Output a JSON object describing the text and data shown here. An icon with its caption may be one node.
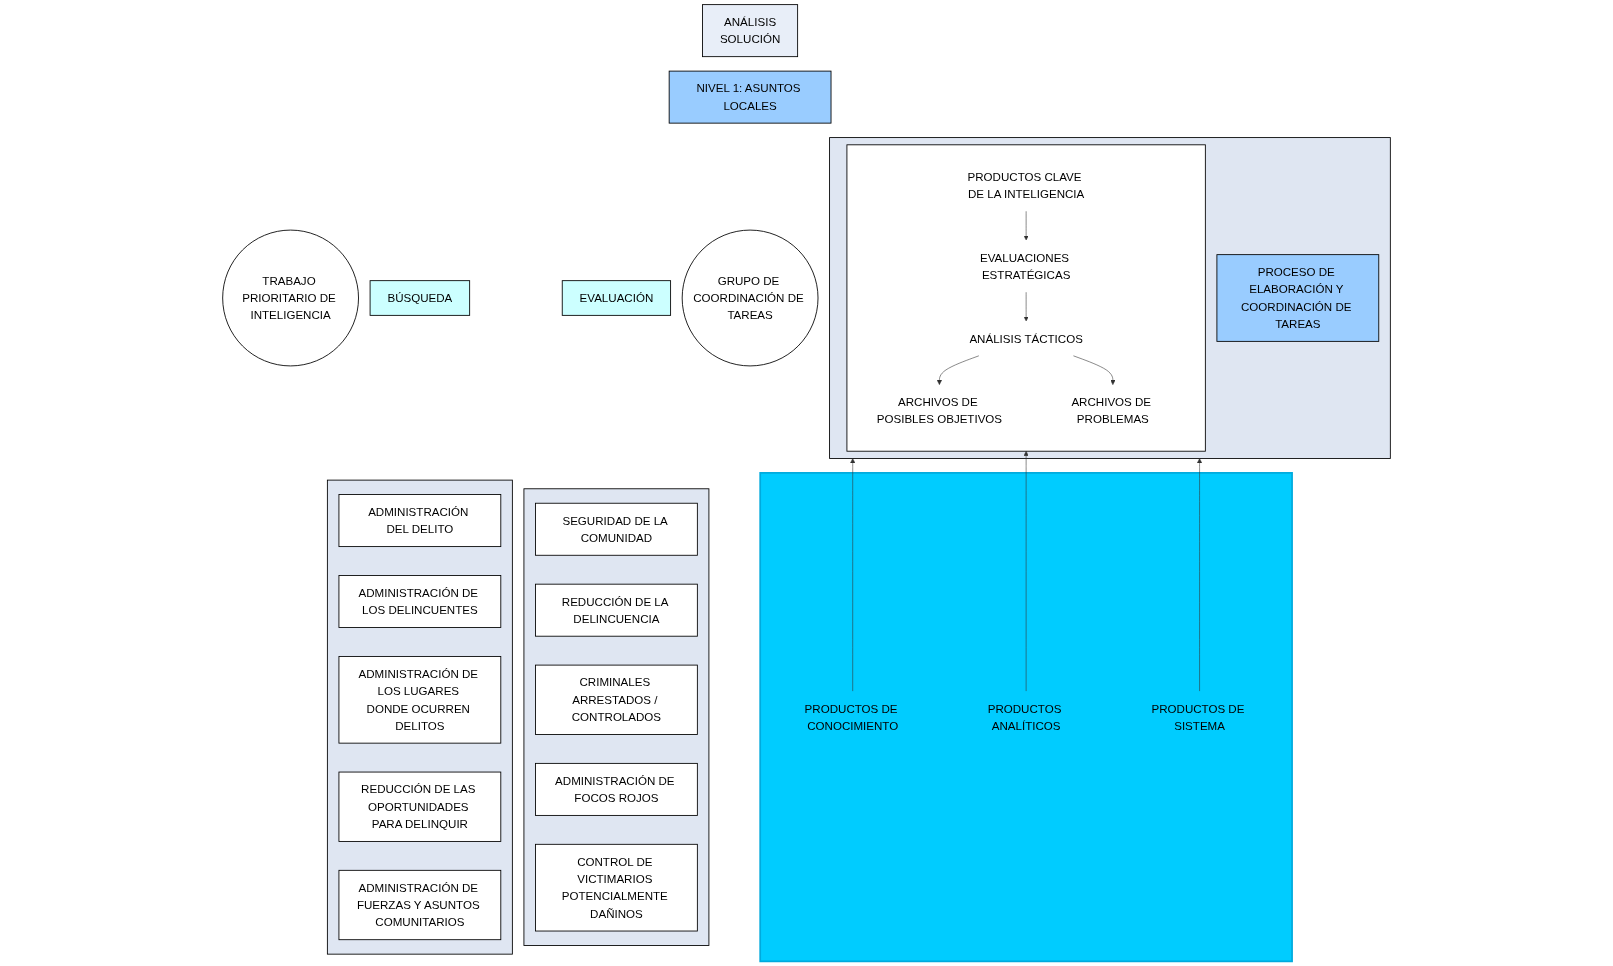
{
  "diagram": {
    "nodes": [
      {
        "text": [
          "BÚSQUEDA"
        ]
      },
      {
        "text": [
          "ANÁLISIS",
          "SOLUCIÓN"
        ]
      },
      {
        "text": [
          "EVALUACIÓN"
        ]
      },
      {
        "text": [],
        "shape": "box"
      },
      {
        "text": [
          "ADMINISTRACIÓN DEL DELITO"
        ],
        "in": 3
      },
      {
        "text": [
          "ADMINISTRACIÓN DE LOS DELINCUENTES"
        ],
        "in": 3
      },
      {
        "text": [
          "ADMINISTRACIÓN DE LOS LUGARES DONDE OCURREN DELITOS"
        ],
        "in": 3
      },
      {
        "text": [
          "REDUCCIÓN DE LAS OPORTUNIDADES PARA DELINQUIR"
        ],
        "in": 3
      },
      {
        "text": [
          "ADMINISTRACIÓN DE FUERZAS Y ASUNTOS COMUNITARIOS"
        ],
        "in": 3
      },
      {
        "text": [
          "NIVEL 1: ASUNTOS LOCALES"
        ]
      },
      {
        "text": [],
        "shape": "box"
      },
      {
        "text": [
          "PROCESO DE ELABORACIÓN Y COORDINACIÓN DE TAREAS"
        ],
        "in": 10
      },
      {
        "text": [],
        "shape": "box",
        "in": 10
      },
      {
        "text": [
          "PRODUCTOS CLAVE DE LA INTELIGENCIA"
        ],
        "in": 12
      },
      {
        "text": [
          "EVALUACIONES ESTRATÉGICAS"
        ],
        "in": 12
      },
      {
        "text": [
          "ANÁLISIS TÁCTICOS"
        ],
        "in": 12
      },
      {
        "text": [
          "ARCHIVOS DE POSIBLES OBJETIVOS"
        ],
        "in": 12
      },
      {
        "text": [
          "ARCHIVOS DE PROBLEMAS"
        ],
        "in": 12
      },
      {
        "text": [
          "TRABAJO PRIORITARIO DE INTELIGENCIA"
        ]
      },
      {
        "text": [
          "GRUPO DE COORDINACIÓN DE TAREAS"
        ]
      },
      {
        "text": [],
        "shape": "trapezoid"
      },
      {
        "text": [
          "PRODUCTOS DE CONOCIMIENTO"
        ],
        "in": 20
      },
      {
        "text": [
          "PRODUCTOS ANALÍTICOS"
        ],
        "in": 20
      },
      {
        "text": [
          "PRODUCTOS DE SISTEMA"
        ],
        "in": 20
      },
      {
        "text": [],
        "shape": "box"
      },
      {
        "text": [
          "SEGURIDAD DE LA COMUNIDAD"
        ],
        "in": 24
      },
      {
        "text": [
          "REDUCCIÓN DE LA DELINCUENCIA"
        ],
        "in": 24
      },
      {
        "text": [
          "CRIMINALES ARRESTADOS / CONTROLADOS"
        ],
        "in": 24
      },
      {
        "text": [
          "ADMINISTRACIÓN DE FOCOS ROJOS"
        ],
        "in": 24
      },
      {
        "text": [
          "CONTROL DE VICTIMARIOS POTENCIALMENTE DAÑINOS"
        ],
        "in": 24
      }
    ],
    "edges": [
      {
        "from": 13,
        "to": 14,
        "arrow": "to"
      },
      {
        "from": 14,
        "to": 15,
        "arrow": "to"
      },
      {
        "from": 15,
        "to": 16,
        "arrow": "to"
      },
      {
        "from": 15,
        "to": 17,
        "arrow": "to"
      },
      {
        "from": 21,
        "to": 10,
        "arrow": "to"
      },
      {
        "from": 22,
        "to": 12,
        "arrow": "to"
      },
      {
        "from": 23,
        "to": 10,
        "arrow": "to"
      }
    ]
  }
}
